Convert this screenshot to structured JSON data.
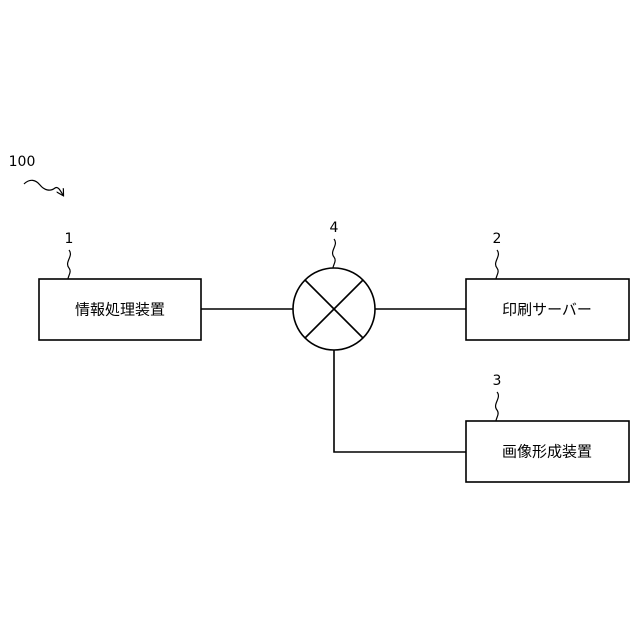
{
  "system": {
    "ref": "100"
  },
  "nodes": {
    "info_processor": {
      "ref": "1",
      "label": "情報処理装置"
    },
    "print_server": {
      "ref": "2",
      "label": "印刷サーバー"
    },
    "image_former": {
      "ref": "3",
      "label": "画像形成装置"
    },
    "network": {
      "ref": "4"
    }
  }
}
